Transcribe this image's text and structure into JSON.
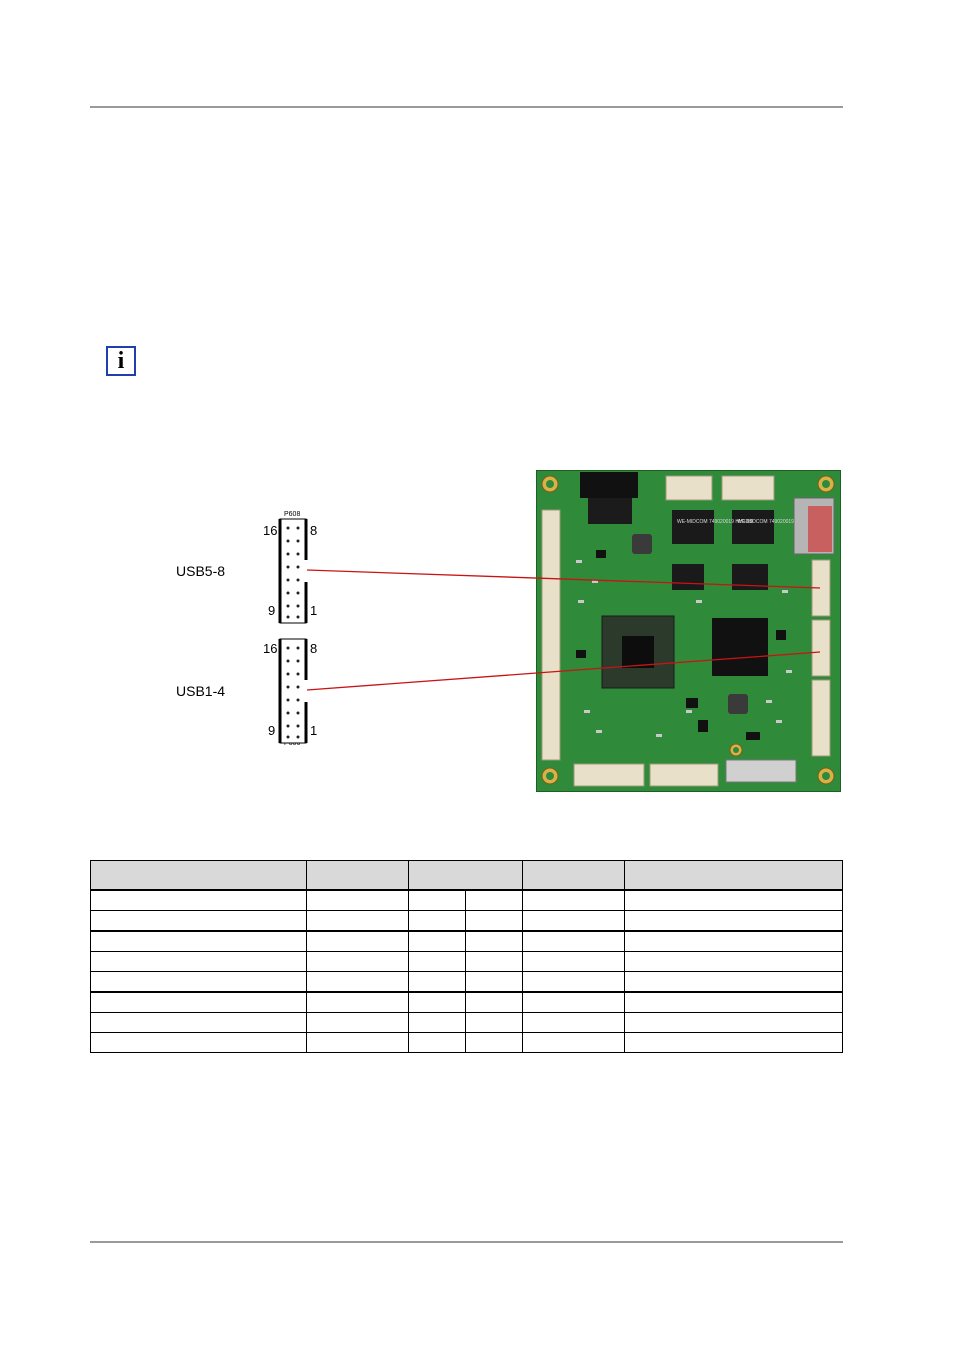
{
  "figure": {
    "connector_top": {
      "name": "P608",
      "pin_tl": "16",
      "pin_tr": "8",
      "pin_bl": "9",
      "pin_br": "1",
      "label": "USB5-8"
    },
    "connector_bottom": {
      "name": "P606",
      "pin_tl": "16",
      "pin_tr": "8",
      "pin_bl": "9",
      "pin_br": "1",
      "label": "USB1-4"
    },
    "board_chip_texts": {
      "magnetics_1": "WE-MIDCOM 749020019 HH1119",
      "magnetics_2": "WE-MIDCOM 749020019 HH1119"
    }
  },
  "icons": {
    "info": "i"
  },
  "colors": {
    "pcb_green": "#2f8a3a",
    "leader_line": "#c81414",
    "info_border": "#1f3fae",
    "table_header": "#d9d9d9",
    "rule": "#9a9a9a"
  }
}
